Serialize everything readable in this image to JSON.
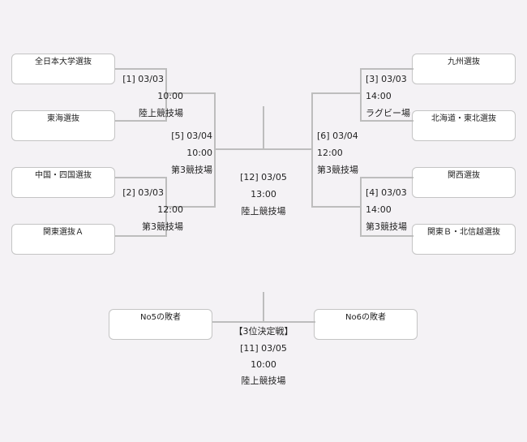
{
  "teams": {
    "t1": "全日本大学選抜",
    "t2": "東海選抜",
    "t3": "中国・四国選抜",
    "t4": "関東選抜Ａ",
    "t5": "九州選抜",
    "t6": "北海道・東北選抜",
    "t7": "関西選抜",
    "t8": "関東Ｂ・北信越選抜",
    "t9": "No5の敗者",
    "t10": "No6の敗者"
  },
  "matches": {
    "m1": {
      "id": "[1] 03/03",
      "time": "10:00",
      "venue": "陸上競技場"
    },
    "m2": {
      "id": "[2] 03/03",
      "time": "12:00",
      "venue": "第3競技場"
    },
    "m3": {
      "id": "[3] 03/03",
      "time": "14:00",
      "venue": "ラグビー場"
    },
    "m4": {
      "id": "[4] 03/03",
      "time": "14:00",
      "venue": "第3競技場"
    },
    "m5": {
      "id": "[5] 03/04",
      "time": "10:00",
      "venue": "第3競技場"
    },
    "m6": {
      "id": "[6] 03/04",
      "time": "12:00",
      "venue": "第3競技場"
    },
    "m12": {
      "id": "[12] 03/05",
      "time": "13:00",
      "venue": "陸上競技場"
    },
    "m11": {
      "label": "【3位決定戦】",
      "id": "[11] 03/05",
      "time": "10:00",
      "venue": "陸上競技場"
    }
  }
}
